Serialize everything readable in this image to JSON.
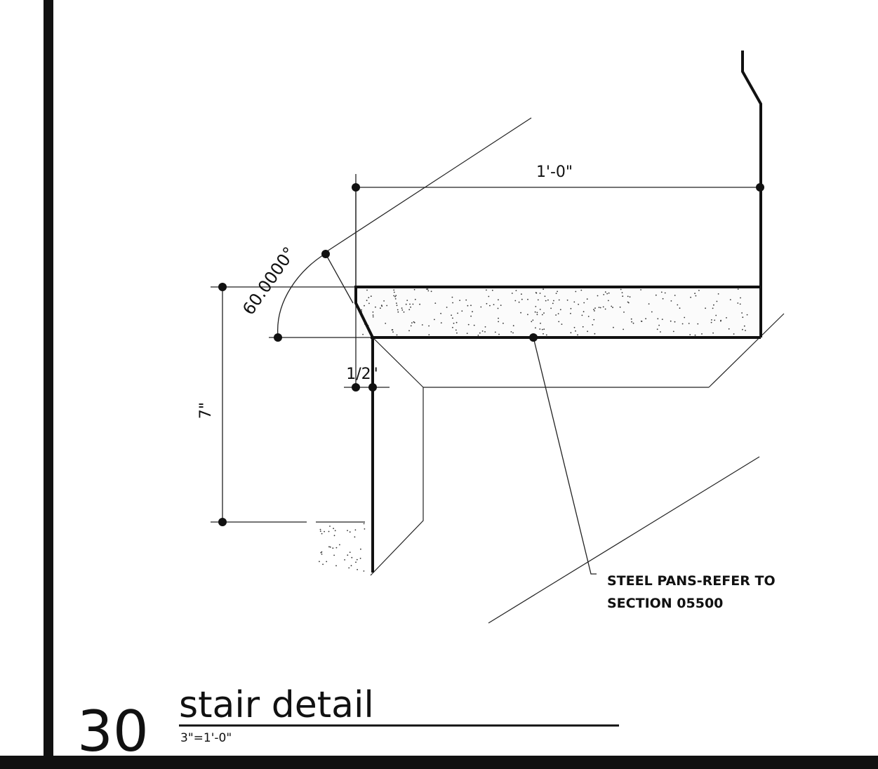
{
  "detail": {
    "number": "30",
    "title": "stair detail",
    "scale": "3\"=1'-0\""
  },
  "dimensions": {
    "tread_width": "1'-0\"",
    "riser_height": "7\"",
    "nosing_offset": "1/2\"",
    "nosing_angle": "60.0000°"
  },
  "callouts": {
    "steel_pans_line1": "STEEL PANS-REFER TO",
    "steel_pans_line2": "SECTION 05500"
  }
}
